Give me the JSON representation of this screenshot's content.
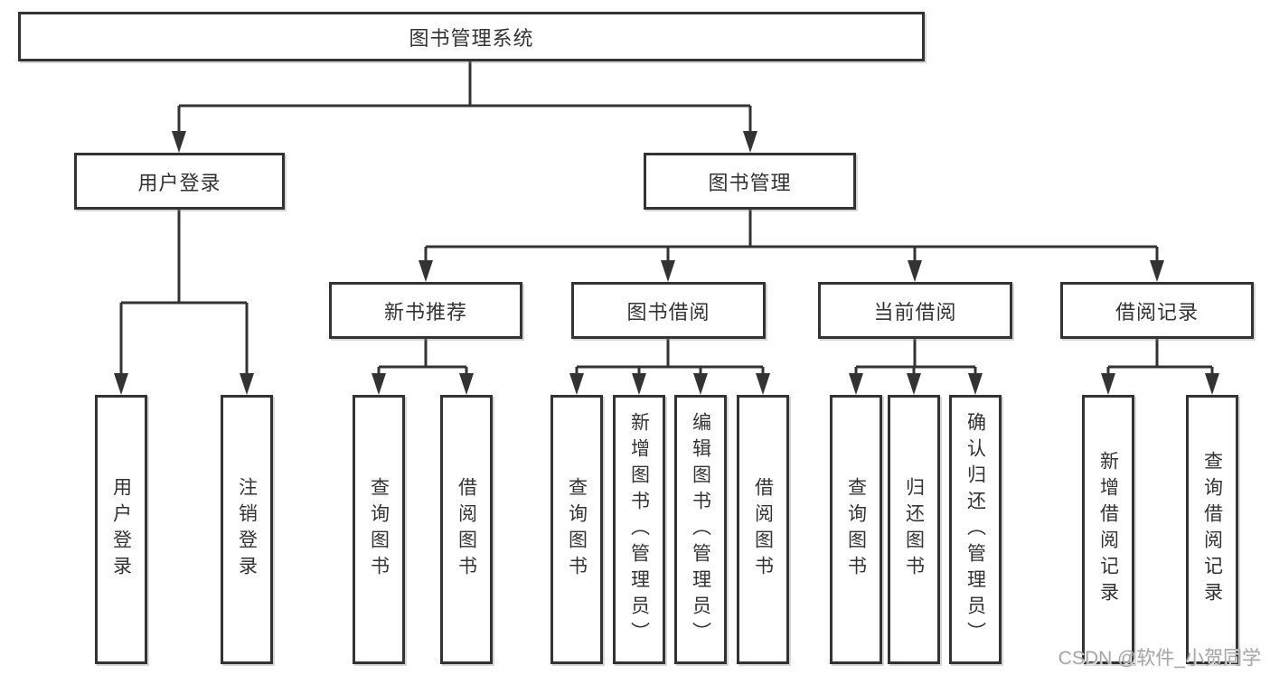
{
  "tree": {
    "label": "图书管理系统",
    "children": [
      {
        "label": "用户登录",
        "children": [
          {
            "label": "用户登录"
          },
          {
            "label": "注销登录"
          }
        ]
      },
      {
        "label": "图书管理",
        "children": [
          {
            "label": "新书推荐",
            "children": [
              {
                "label": "查询图书"
              },
              {
                "label": "借阅图书"
              }
            ]
          },
          {
            "label": "图书借阅",
            "children": [
              {
                "label": "查询图书"
              },
              {
                "label": "新增图书（管理员）"
              },
              {
                "label": "编辑图书（管理员）"
              },
              {
                "label": "借阅图书"
              }
            ]
          },
          {
            "label": "当前借阅",
            "children": [
              {
                "label": "查询图书"
              },
              {
                "label": "归还图书"
              },
              {
                "label": "确认归还（管理员）"
              }
            ]
          },
          {
            "label": "借阅记录",
            "children": [
              {
                "label": "新增借阅记录"
              },
              {
                "label": "查询借阅记录"
              }
            ]
          }
        ]
      }
    ]
  },
  "watermark": "CSDN @软件_小贺同学",
  "colors": {
    "line": "#333333",
    "box_border": "#333333",
    "text": "#333333",
    "background": "#ffffff",
    "watermark": "#a8a8a8"
  }
}
